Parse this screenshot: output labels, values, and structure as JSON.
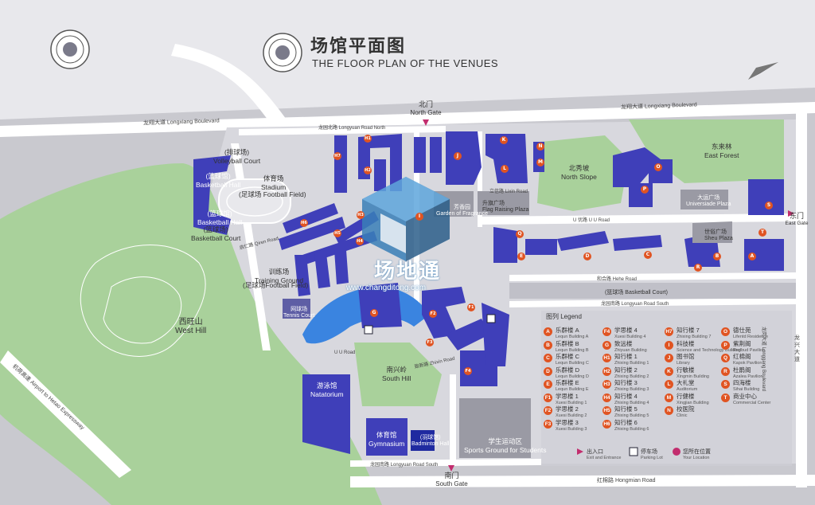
{
  "title": {
    "zh": "场馆平面图",
    "en": "THE FLOOR PLAN OF THE VENUES"
  },
  "watermark": {
    "zh": "场地通",
    "en": "www.changditong.com"
  },
  "colors": {
    "building": "#3f3fb9",
    "building_dark": "#1f2aa0",
    "green": "#a9d19b",
    "road": "#ffffff",
    "badge": "#e05422",
    "water": "#3a84e0"
  },
  "gates": {
    "north": {
      "zh": "北门",
      "en": "North Gate"
    },
    "south": {
      "zh": "南门",
      "en": "South Gate"
    },
    "east": {
      "zh": "东门",
      "en": "East Gate"
    }
  },
  "roads": {
    "longxiang_left": "龙翔大道  Longxiang Boulevard",
    "longxiang_right": "龙翔大道  Longxiang Boulevard",
    "longyuan_north": "龙园北路  Longyuan Road North",
    "longyuan_south_mid": "龙园南路  Longyuan Road South",
    "longyuan_south_bot": "龙园南路  Longyuan Road South",
    "hongmian": "红棉路  Hongmian Road",
    "uu": "U U Road",
    "uyou": "U 优路  U U Road",
    "hehe": "和合路  Hehe Road",
    "longgang": "龙岗大道  Longgang Boulevard",
    "longxing": "龙兴大道",
    "airport": "机荷高速  Airport to Hetao Expressway",
    "lixin": "立信路  Lixin Road",
    "qiren": "启仁路  Qiren Road",
    "zhixin": "致新路  Zhixin Road"
  },
  "places": {
    "volleyball": {
      "zh": "(排球场)",
      "en": "Volleyball Court"
    },
    "basketball_hall": {
      "zh": "(篮球馆)",
      "en": "Basketball Hall"
    },
    "stadium": {
      "zh": "体育场",
      "en": "Stadium"
    },
    "football_field": "(足球场 Football Field)",
    "basketball_court_w": {
      "zh": "(篮球场)",
      "en": "Basketball Court"
    },
    "training_ground": {
      "zh": "训练场",
      "en": "Training Ground"
    },
    "training_football": "(足球场Football Field)",
    "tennis": {
      "zh": "网球场",
      "en": "Tennis Court"
    },
    "west_hill": {
      "zh": "西旺山",
      "en": "West Hill"
    },
    "south_hill": {
      "zh": "南兴岭",
      "en": "South Hill"
    },
    "natatorium": {
      "zh": "游泳馆",
      "en": "Natatorium"
    },
    "gymnasium": {
      "zh": "体育馆",
      "en": "Gymnasium"
    },
    "badminton": {
      "zh": "(羽球馆)",
      "en": "Badminton Hall"
    },
    "sports_ground": {
      "zh": "学生运动区",
      "en": "Sports Ground for Students"
    },
    "garden": {
      "zh": "芳香园",
      "en": "Garden of Fragrance"
    },
    "flag_plaza": {
      "zh": "升旗广场",
      "en": "Flag Raising Plaza"
    },
    "north_slope": {
      "zh": "北秀坡",
      "en": "North Slope"
    },
    "east_forest": {
      "zh": "东来林",
      "en": "East Forest"
    },
    "universiade_plaza": {
      "zh": "大运广场",
      "en": "Universiade Plaza"
    },
    "shiyu_plaza": {
      "zh": "世俗广场",
      "en": "Sheu Plaza"
    },
    "basketball_court_e": "(篮球场 Basketball Court)"
  },
  "legend": {
    "title": "图列 Legend",
    "items": [
      {
        "code": "A",
        "zh": "乐群楼 A",
        "en": "Lequn Building A"
      },
      {
        "code": "B",
        "zh": "乐群楼 B",
        "en": "Lequn Building B"
      },
      {
        "code": "C",
        "zh": "乐群楼 C",
        "en": "Lequn Building C"
      },
      {
        "code": "D",
        "zh": "乐群楼 D",
        "en": "Lequn Building D"
      },
      {
        "code": "E",
        "zh": "乐群楼 E",
        "en": "Lequn Building E"
      },
      {
        "code": "F1",
        "zh": "学思楼 1",
        "en": "Xuesi Building 1"
      },
      {
        "code": "F2",
        "zh": "学思楼 2",
        "en": "Xuesi Building 2"
      },
      {
        "code": "F3",
        "zh": "学思楼 3",
        "en": "Xuesi Building 3"
      },
      {
        "code": "F4",
        "zh": "学思楼 4",
        "en": "Xuesi Building 4"
      },
      {
        "code": "G",
        "zh": "致远楼",
        "en": "Zhiyuan Building"
      },
      {
        "code": "H1",
        "zh": "知行楼 1",
        "en": "Zhixing Building 1"
      },
      {
        "code": "H2",
        "zh": "知行楼 2",
        "en": "Zhixing Building 2"
      },
      {
        "code": "H3",
        "zh": "知行楼 3",
        "en": "Zhixing Building 3"
      },
      {
        "code": "H4",
        "zh": "知行楼 4",
        "en": "Zhixing Building 4"
      },
      {
        "code": "H5",
        "zh": "知行楼 5",
        "en": "Zhixing Building 5"
      },
      {
        "code": "H6",
        "zh": "知行楼 6",
        "en": "Zhixing Building 6"
      },
      {
        "code": "H7",
        "zh": "知行楼 7",
        "en": "Zhixing Building 7"
      },
      {
        "code": "I",
        "zh": "科技楼",
        "en": "Science and Technology Building"
      },
      {
        "code": "J",
        "zh": "图书馆",
        "en": "Library"
      },
      {
        "code": "K",
        "zh": "行敏楼",
        "en": "Xingmin Building"
      },
      {
        "code": "L",
        "zh": "大礼堂",
        "en": "Auditorium"
      },
      {
        "code": "M",
        "zh": "行健楼",
        "en": "Xingjian Building"
      },
      {
        "code": "N",
        "zh": "校医院",
        "en": "Clinic"
      },
      {
        "code": "O",
        "zh": "德仕苑",
        "en": "Lifentd Residence"
      },
      {
        "code": "P",
        "zh": "紫荆阁",
        "en": "Redbud Pavilion"
      },
      {
        "code": "Q",
        "zh": "红棉阁",
        "en": "Kapok Pavilion"
      },
      {
        "code": "R",
        "zh": "杜鹃阁",
        "en": "Azalea Pavilion"
      },
      {
        "code": "S",
        "zh": "四海楼",
        "en": "Sihai Building"
      },
      {
        "code": "T",
        "zh": "商业中心",
        "en": "Commercial Center"
      }
    ],
    "entrance": {
      "zh": "出入口",
      "en": "Exit and Entrance"
    },
    "parking": {
      "zh": "停车场",
      "en": "Parking Lot"
    },
    "location": {
      "zh": "您所在位置",
      "en": "Your Location"
    }
  },
  "map_markers": [
    "H1",
    "H2",
    "H7",
    "H3",
    "H5",
    "H6",
    "H4",
    "I",
    "J",
    "K",
    "L",
    "M",
    "N",
    "O",
    "P",
    "Q",
    "E",
    "D",
    "C",
    "B",
    "R",
    "A",
    "S",
    "T",
    "G",
    "F1",
    "F2",
    "F3",
    "F4"
  ]
}
